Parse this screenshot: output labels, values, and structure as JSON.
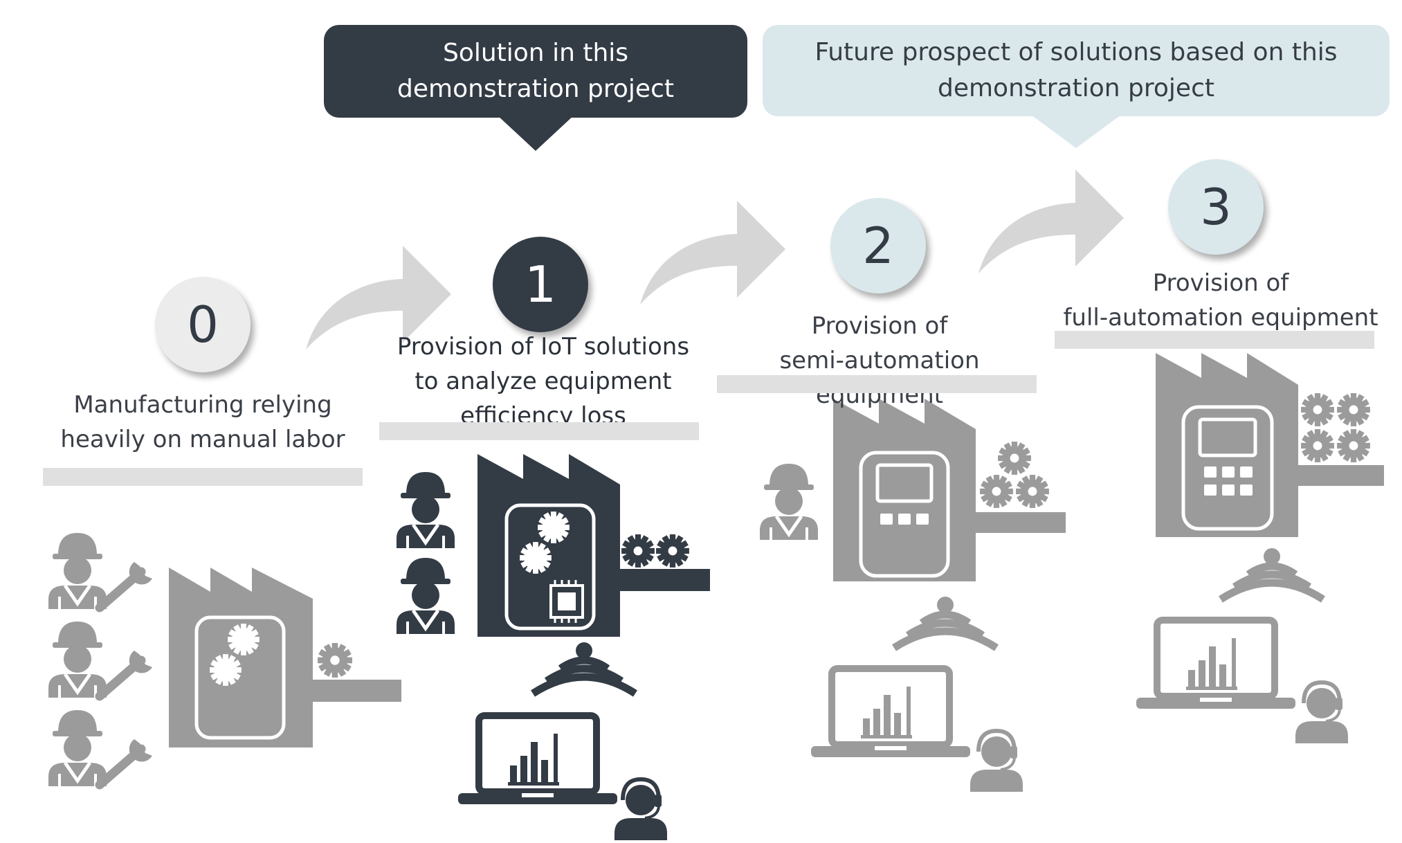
{
  "callouts": {
    "current": {
      "line1": "Solution in this",
      "line2": "demonstration project"
    },
    "future": {
      "line1": "Future prospect of solutions based on this",
      "line2": "demonstration project"
    }
  },
  "stages": [
    {
      "number": "0",
      "line1": "Manufacturing relying",
      "line2": "heavily on manual labor",
      "line3": ""
    },
    {
      "number": "1",
      "line1": "Provision of IoT solutions",
      "line2": "to analyze equipment",
      "line3": "efficiency loss"
    },
    {
      "number": "2",
      "line1": "Provision of",
      "line2": "semi-automation equipment",
      "line3": ""
    },
    {
      "number": "3",
      "line1": "Provision of",
      "line2": "full-automation equipment",
      "line3": ""
    }
  ],
  "colors": {
    "dark": "#333b45",
    "gray": "#9b9b9b",
    "light_blue": "#dae8ec",
    "light_gray": "#e0e0e0",
    "arrow": "#d6d6d6"
  },
  "icons": [
    "worker-icon",
    "wrench-icon",
    "factory-icon",
    "gear-icon",
    "chip-icon",
    "tablet-icon",
    "wifi-icon",
    "laptop-chart-icon",
    "operator-headset-icon",
    "arrow-icon"
  ]
}
